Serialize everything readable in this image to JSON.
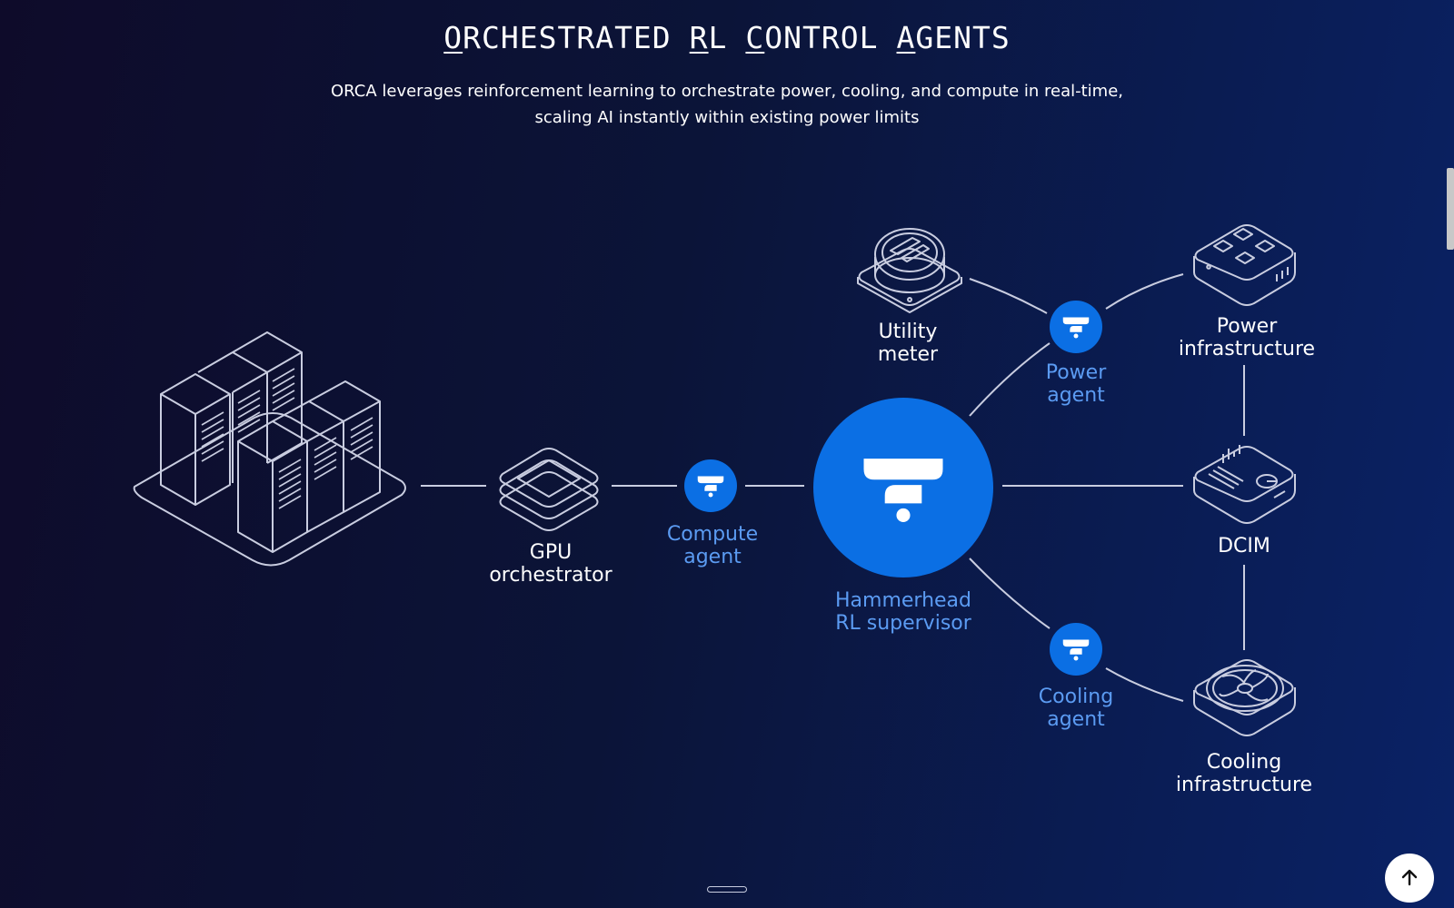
{
  "header": {
    "title_words": [
      {
        "first": "O",
        "rest": "RCHESTRATED"
      },
      {
        "first": "R",
        "rest": "L"
      },
      {
        "first": "C",
        "rest": "ONTROL"
      },
      {
        "first": "A",
        "rest": "GENTS"
      }
    ],
    "subtitle_line1": "ORCA leverages reinforcement learning to orchestrate power, cooling, and compute in real-time,",
    "subtitle_line2": "scaling AI instantly within existing power limits"
  },
  "nodes": {
    "gpu_orchestrator": "GPU\norchestrator",
    "compute_agent": "Compute\nagent",
    "supervisor": "Hammerhead\nRL supervisor",
    "utility_meter": "Utility\nmeter",
    "power_agent": "Power\nagent",
    "power_infrastructure": "Power\ninfrastructure",
    "dcim": "DCIM",
    "cooling_agent": "Cooling\nagent",
    "cooling_infrastructure": "Cooling\ninfrastructure"
  },
  "icons": {
    "data_center": "server-racks-icon",
    "gpu_orchestrator": "layers-icon",
    "agent": "hammerhead-logo-icon",
    "utility_meter": "utility-meter-icon",
    "power_infrastructure": "power-outlet-icon",
    "dcim": "dashboard-icon",
    "cooling_infrastructure": "fan-icon",
    "back_to_top": "arrow-up-icon"
  },
  "colors": {
    "accent_blue": "#0b6fe4",
    "label_blue": "#5b9bf2",
    "line": "#c9cde0"
  }
}
